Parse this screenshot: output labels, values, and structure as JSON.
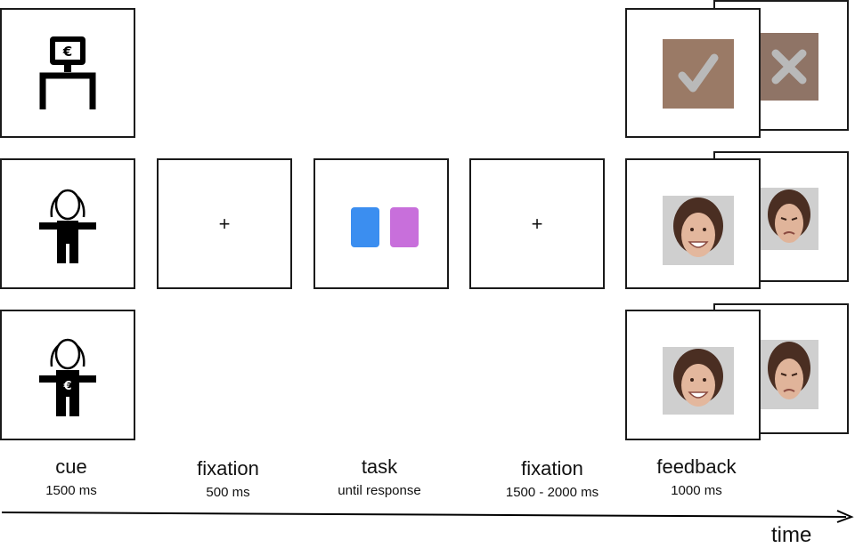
{
  "stages": [
    {
      "name": "cue",
      "duration": "1500 ms"
    },
    {
      "name": "fixation",
      "duration": "500 ms"
    },
    {
      "name": "task",
      "duration": "until response"
    },
    {
      "name": "fixation",
      "duration": "1500 - 2000 ms"
    },
    {
      "name": "feedback",
      "duration": "1000 ms"
    }
  ],
  "fixation_symbol": "+",
  "cue_symbol": "€",
  "axis_label": "time",
  "colors": {
    "card_blue": "#3b8ef0",
    "card_purple": "#c86fdb",
    "feedback_texture": "#9a7a66",
    "check_gray": "#b9b9b9"
  }
}
